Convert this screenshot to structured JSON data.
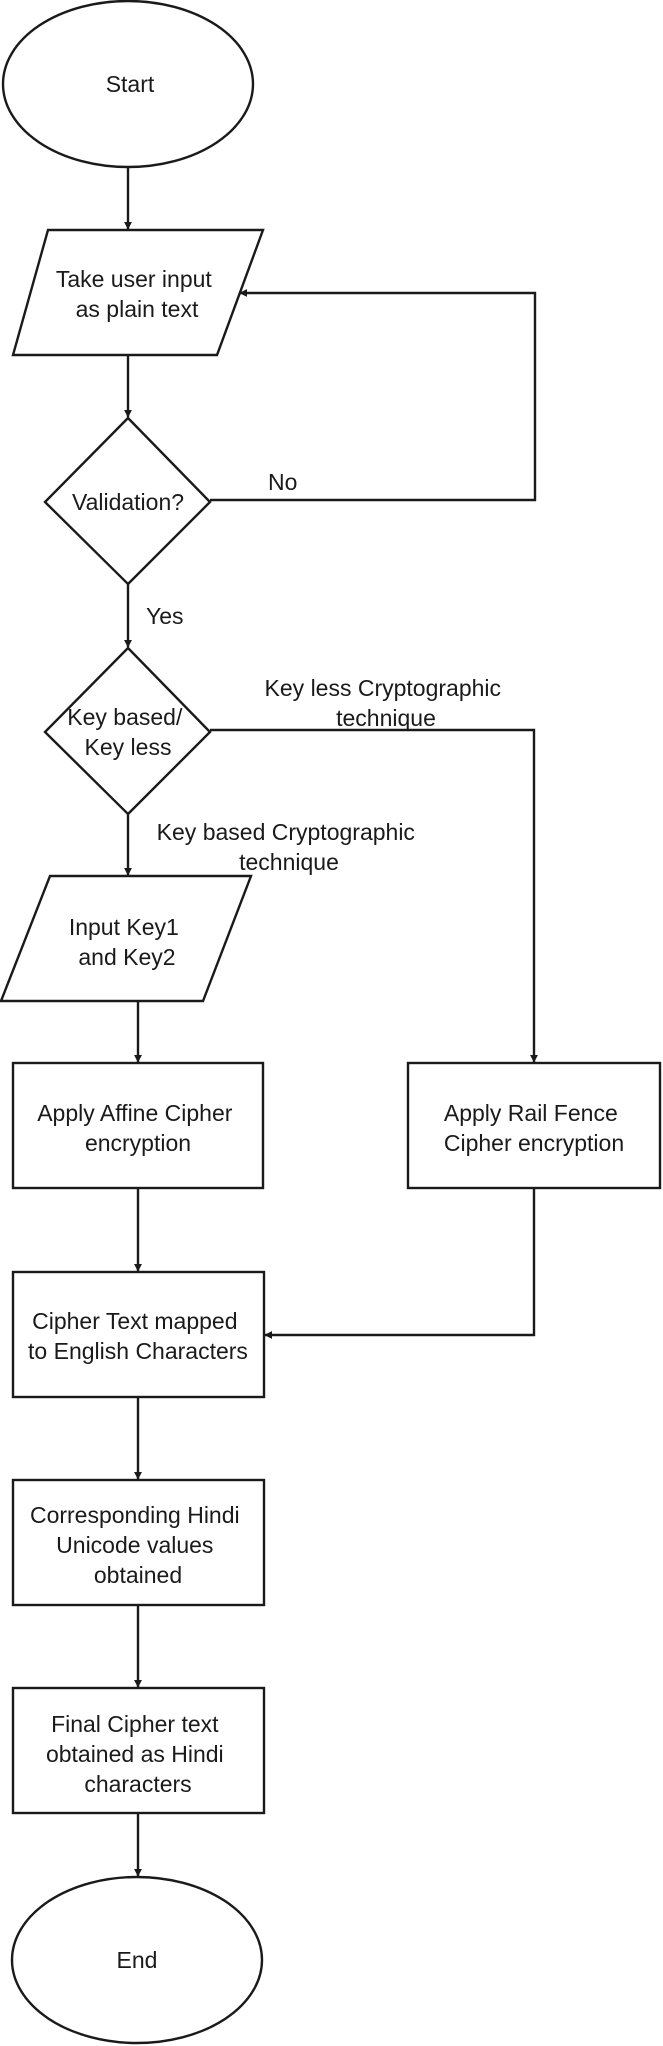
{
  "flowchart": {
    "start": "Start",
    "input_plain": [
      "Take user input",
      "as plain text"
    ],
    "validation": "Validation?",
    "no_label": "No",
    "yes_label": "Yes",
    "key_decision": [
      "Key based/",
      "Key less"
    ],
    "keyless_label": [
      "Key less Cryptographic",
      "technique"
    ],
    "keybased_label": [
      "Key based Cryptographic",
      "technique"
    ],
    "input_keys": [
      "Input Key1",
      "and Key2"
    ],
    "affine": [
      "Apply Affine Cipher",
      "encryption"
    ],
    "rail_fence": [
      "Apply Rail Fence",
      "Cipher encryption"
    ],
    "mapped": [
      "Cipher Text mapped",
      "to English Characters"
    ],
    "hindi_unicode": [
      "Corresponding Hindi",
      "Unicode values",
      "obtained"
    ],
    "final_cipher": [
      "Final Cipher text",
      "obtained as Hindi",
      "characters"
    ],
    "end": "End"
  }
}
